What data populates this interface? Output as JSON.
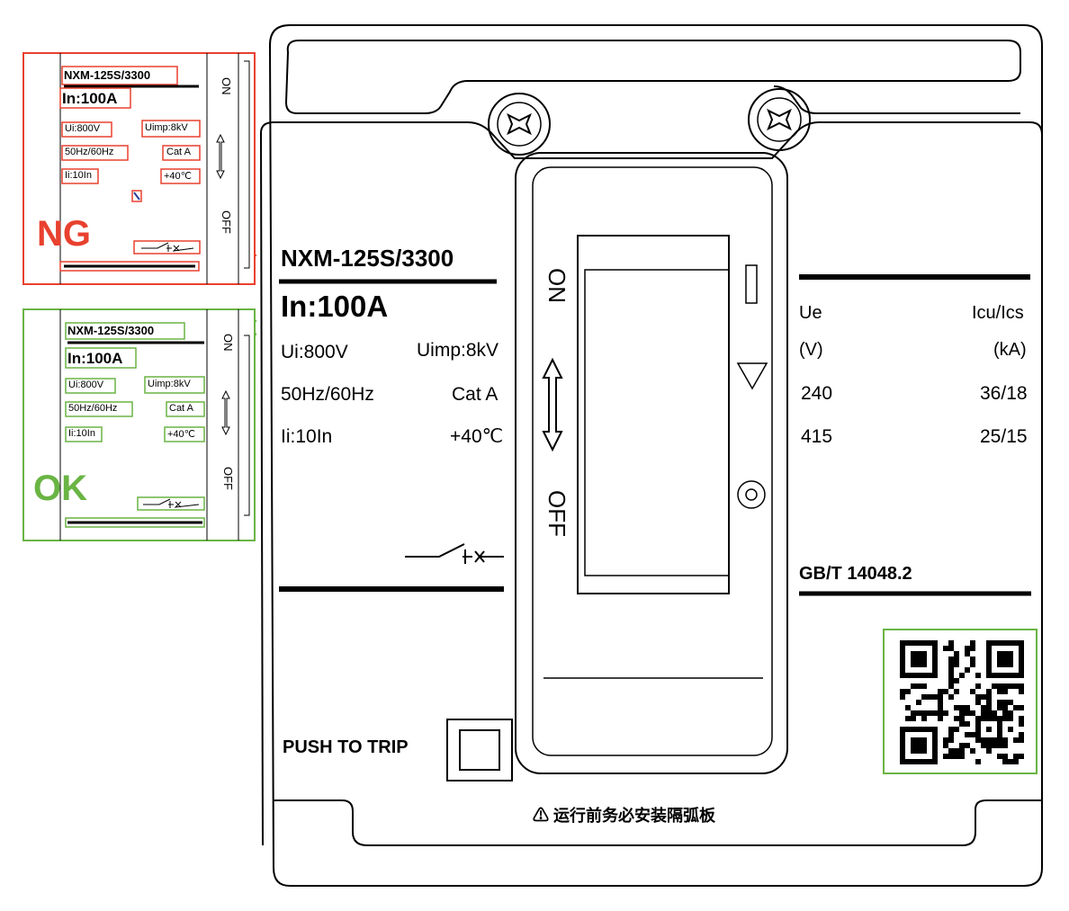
{
  "breaker": {
    "model": "NXM-125S/3300",
    "rated_current": "In:100A",
    "ui": "Ui:800V",
    "uimp": "Uimp:8kV",
    "freq": "50Hz/60Hz",
    "category": "Cat A",
    "ii": "Ii:10In",
    "temp": "+40℃",
    "on_label": "ON",
    "off_label": "OFF",
    "table": {
      "col1_header": "Ue",
      "col2_header": "Icu/Ics",
      "col1_unit": "(V)",
      "col2_unit": "(kA)",
      "rows": [
        {
          "ue": "240",
          "icu": "36/18"
        },
        {
          "ue": "415",
          "icu": "25/15"
        }
      ]
    },
    "standard": "GB/T 14048.2",
    "push_to_trip": "PUSH TO TRIP",
    "warning": "⚠ 运行前务必安装隔弧板"
  },
  "ng_panel": {
    "verdict": "NG",
    "color": "#e8412f",
    "model": "NXM-125S/3300",
    "rated_current": "In:100A",
    "ui": "Ui:800V",
    "uimp": "Uimp:8kV",
    "freq": "50Hz/60Hz",
    "category": "Cat A",
    "ii": "Ii:10In",
    "temp": "+40℃",
    "on_label": "ON",
    "off_label": "OFF"
  },
  "ok_panel": {
    "verdict": "OK",
    "color": "#6ab444",
    "model": "NXM-125S/3300",
    "rated_current": "In:100A",
    "ui": "Ui:800V",
    "uimp": "Uimp:8kV",
    "freq": "50Hz/60Hz",
    "category": "Cat A",
    "ii": "Ii:10In",
    "temp": "+40℃",
    "on_label": "ON",
    "off_label": "OFF"
  },
  "qr_box_color": "#6ab444"
}
